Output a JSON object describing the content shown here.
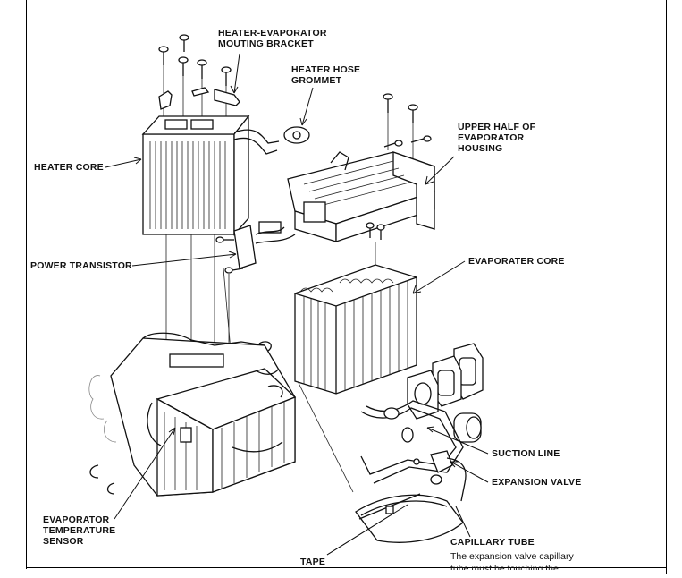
{
  "labels": {
    "heater_evaporator_bracket": "HEATER-EVAPORATOR\nMOUTING BRACKET",
    "heater_hose_grommet": "HEATER HOSE\nGROMMET",
    "upper_half_housing": "UPPER HALF OF\nEVAPORATOR\nHOUSING",
    "heater_core": "HEATER CORE",
    "power_transistor": "POWER TRANSISTOR",
    "evaporater_core": "EVAPORATER CORE",
    "suction_line": "SUCTION LINE",
    "expansion_valve": "EXPANSION VALVE",
    "evaporator_temp_sensor": "EVAPORATOR\nTEMPERATURE\nSENSOR",
    "capillary_tube": "CAPILLARY TUBE",
    "tape": "TAPE"
  },
  "note": {
    "line1": "The expansion valve capillary",
    "line2": "tube must be touching the"
  }
}
